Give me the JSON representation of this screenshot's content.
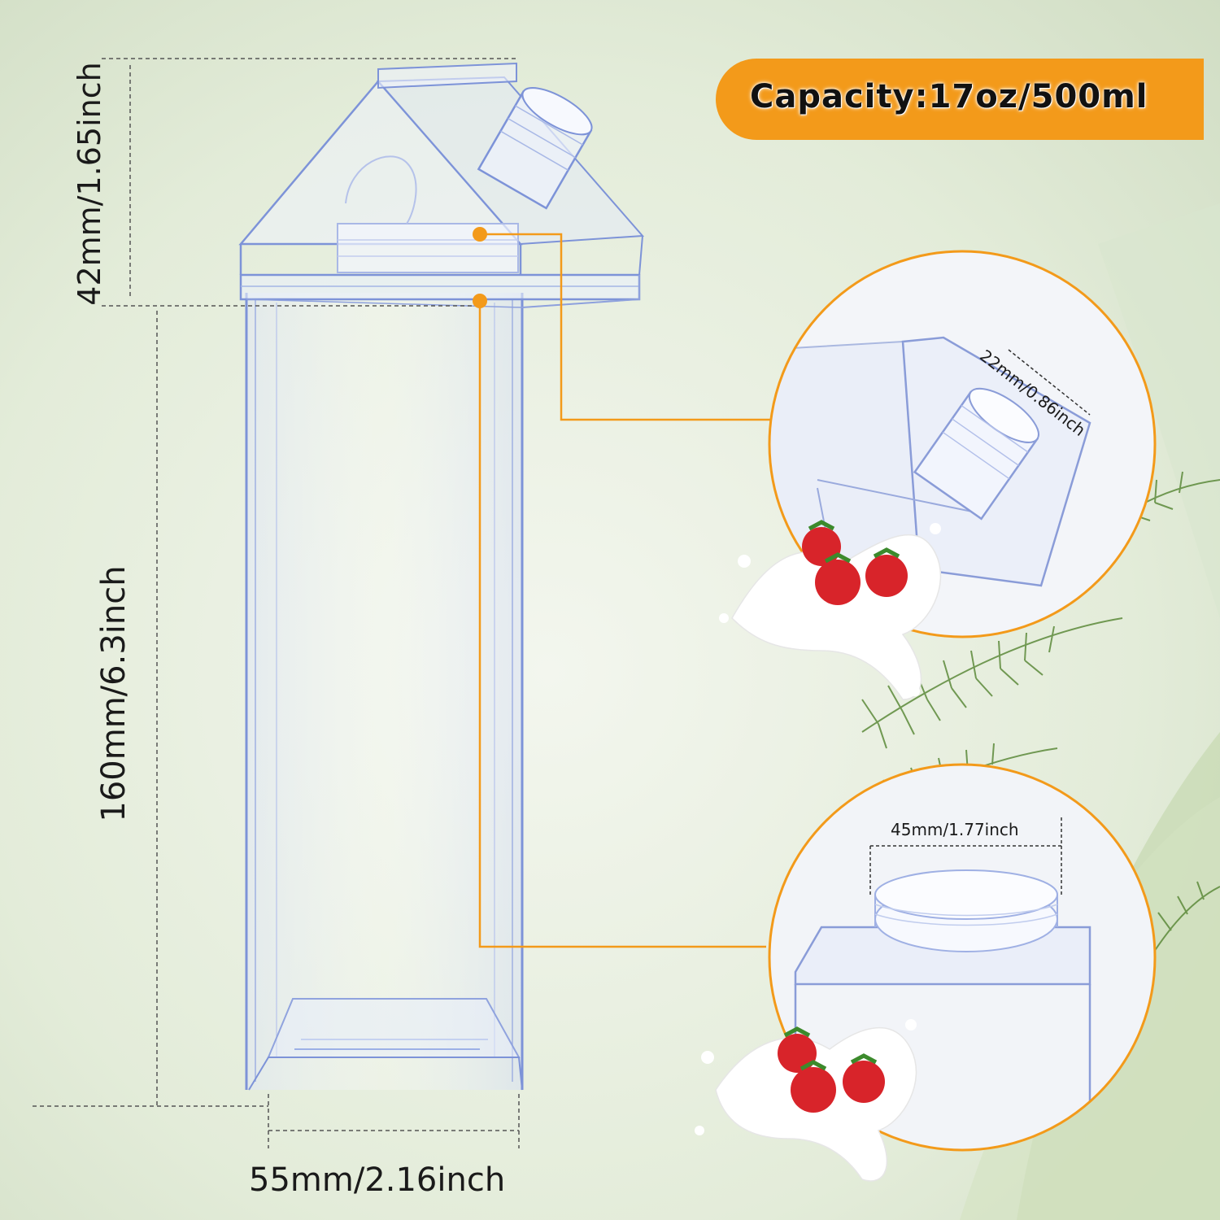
{
  "capacity": {
    "label": "Capacity:17oz/500ml"
  },
  "dimensions": {
    "cap_height": "42mm/1.65inch",
    "body_height": "160mm/6.3inch",
    "width": "55mm/2.16inch",
    "spout_diameter": "22mm/0.86inch",
    "mouth_width": "45mm/1.77inch"
  },
  "colors": {
    "accent": "#f39a1a",
    "background": "#dfe9d5",
    "bottle_edge": "#7d93d8"
  },
  "icons": [
    "milk-carton-bottle",
    "strawberry-milk-splash",
    "fern-plant"
  ]
}
